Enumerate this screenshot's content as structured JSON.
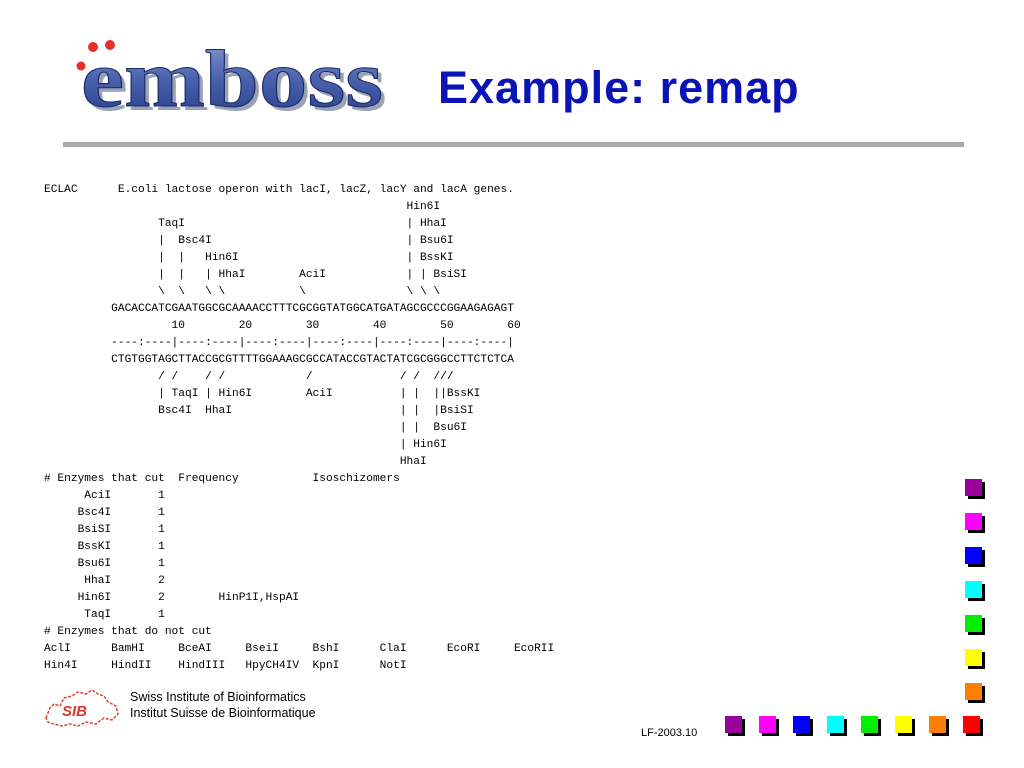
{
  "header": {
    "logo_text": "emboss",
    "title": "Example: remap"
  },
  "listing": {
    "lines": [
      "ECLAC      E.coli lactose operon with lacI, lacZ, lacY and lacA genes.",
      "                                                      Hin6I",
      "                 TaqI                                 | HhaI",
      "                 |  Bsc4I                             | Bsu6I",
      "                 |  |   Hin6I                         | BssKI",
      "                 |  |   | HhaI        AciI            | | BsiSI",
      "                 \\  \\   \\ \\           \\               \\ \\ \\",
      "          GACACCATCGAATGGCGCAAAACCTTTCGCGGTATGGCATGATAGCGCCCGGAAGAGAGT",
      "                   10        20        30        40        50        60",
      "          ----:----|----:----|----:----|----:----|----:----|----:----|",
      "          CTGTGGTAGCTTACCGCGTTTTGGAAAGCGCCATACCGTACTATCGCGGGCCTTCTCTCA",
      "                 / /    / /            /             / /  ///",
      "                 | TaqI | Hin6I        AciI          | |  ||BssKI",
      "                 Bsc4I  HhaI                         | |  |BsiSI",
      "                                                     | |  Bsu6I",
      "                                                     | Hin6I",
      "                                                     HhaI",
      "# Enzymes that cut  Frequency           Isoschizomers",
      "      AciI       1",
      "     Bsc4I       1",
      "     BsiSI       1",
      "     BssKI       1",
      "     Bsu6I       1",
      "      HhaI       2",
      "     Hin6I       2        HinP1I,HspAI",
      "      TaqI       1",
      "# Enzymes that do not cut",
      "AclI      BamHI     BceAI     BseiI     BshI      ClaI      EcoRI     EcoRII",
      "Hin4I     HindII    HindIII   HpyCH4IV  KpnI      NotI"
    ]
  },
  "footer": {
    "sib_logo_text": "SIB",
    "institute_en": "Swiss Institute of Bioinformatics",
    "institute_fr": "Institut Suisse de Bioinformatique",
    "code": "LF-2003.10"
  },
  "decor": {
    "right_squares": [
      "#990099",
      "#ff00ff",
      "#0000ff",
      "#00ffff",
      "#00ee00",
      "#ffff00",
      "#ff8000"
    ],
    "bottom_squares": [
      "#990099",
      "#ff00ff",
      "#0000ff",
      "#00ffff",
      "#00ee00",
      "#ffff00",
      "#ff8000",
      "#ff0000"
    ]
  }
}
